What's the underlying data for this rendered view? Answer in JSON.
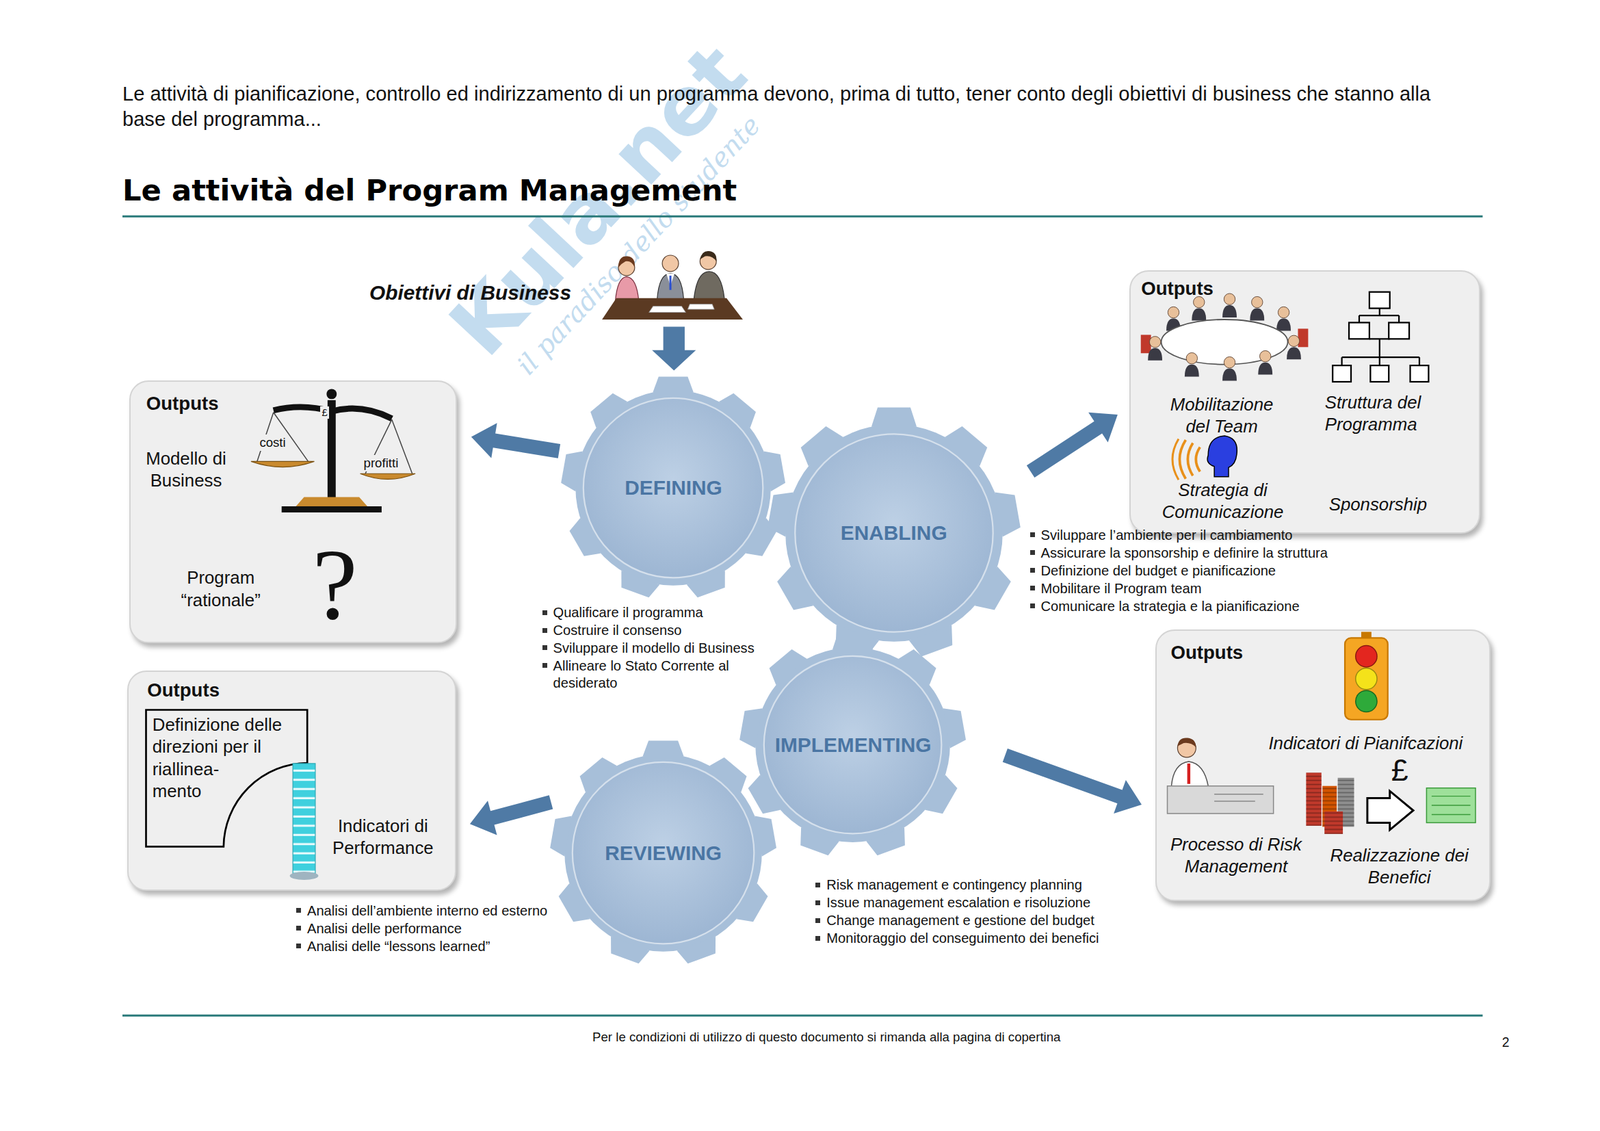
{
  "diagram": {
    "title": "Le attività del Program Management",
    "nodes": [
      {
        "text": [
          "DEFINING"
        ]
      },
      {
        "text": [
          "Outputs",
          "Modello di Business",
          "Program “rationale”"
        ]
      },
      {
        "text": [
          "ENABLING"
        ]
      },
      {
        "text": [
          "Outputs",
          "Mobilitazione del Team",
          "Struttura del Programma",
          "Strategia di Comunicazione",
          "Sponsorship"
        ]
      },
      {
        "text": [
          "IMPLEMENTING"
        ]
      },
      {
        "text": [
          "Outputs",
          "Indicatori di Pianifcazioni",
          "Processo di Risk Management",
          "Realizzazione dei Benefici"
        ]
      },
      {
        "text": [
          "REVIEWING"
        ]
      },
      {
        "text": [
          "Outputs",
          "Indicatori di Performance"
        ]
      },
      {
        "text": [
          "Definizione delle direzioni per il riallinea- mento"
        ],
        "in": 7
      }
    ],
    "edges": [
      {
        "from": 0,
        "to": 1,
        "arrow": "to"
      },
      {
        "from": 2,
        "to": 3,
        "arrow": "to"
      },
      {
        "from": 4,
        "to": 5,
        "arrow": "to"
      },
      {
        "from": 6,
        "to": 7,
        "arrow": "to"
      }
    ],
    "labels": [
      "Le attività di pianificazione, controllo ed indirizzamento di un programma devono, prima di tutto, tener conto degli obiettivi di business che stanno alla base del programma...",
      "Kula.net",
      "il paradiso dello studente",
      "Obiettivi di Business",
      "costi",
      "£",
      "profitti",
      "?",
      "Qualificare il programma",
      "Costruire il consenso",
      "Sviluppare il modello di Business",
      "Allineare lo Stato Corrente al desiderato",
      "Sviluppare l’ambiente per il cambiamento",
      "Assicurare la sponsorship e definire la struttura",
      "Definizione del budget e pianificazione",
      "Mobilitare il Program team",
      "Comunicare la strategia e la pianificazione",
      "£",
      "Risk management e contingency planning",
      "Issue management escalation e risoluzione",
      "Change management e gestione del budget",
      "Monitoraggio del conseguimento dei benefici",
      "Analisi dell’ambiente interno ed esterno",
      "Analisi delle performance",
      "Analisi delle “lessons learned”",
      "Per le condizioni di utilizzo di questo documento si rimanda alla pagina di copertina",
      "2"
    ]
  }
}
